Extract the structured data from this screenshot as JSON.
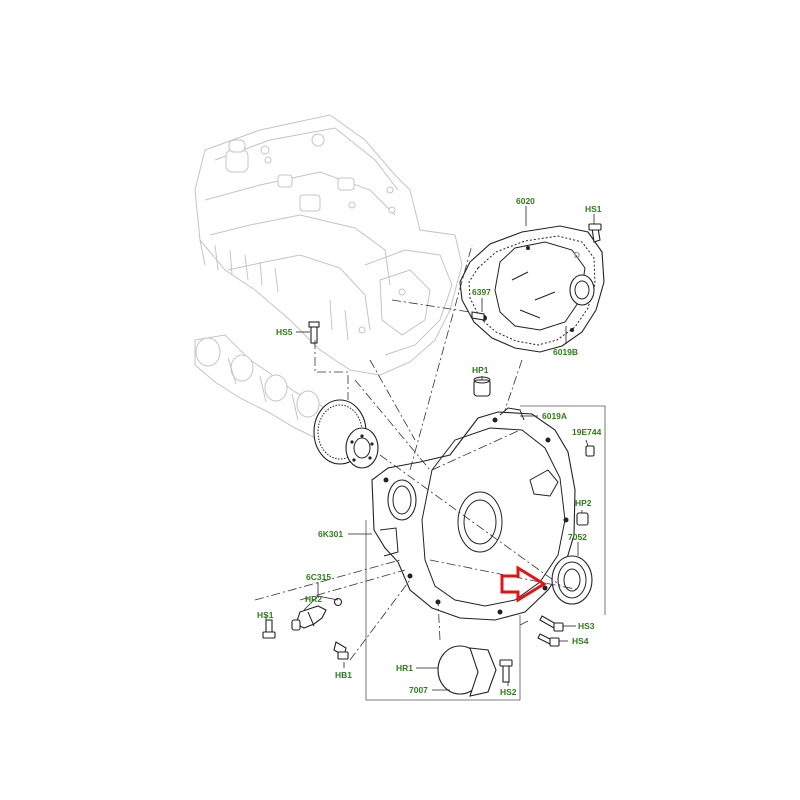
{
  "diagram": {
    "labels": {
      "p6020": "6020",
      "hs1_top": "HS1",
      "p6397": "6397",
      "hs5": "HS5",
      "p6019b": "6019B",
      "hp1": "HP1",
      "p6019a": "6019A",
      "p19e744": "19E744",
      "hp2": "HP2",
      "p7052": "7052",
      "p6k301": "6K301",
      "p6c315": "6C315",
      "hr2": "HR2",
      "hs1_left": "HS1",
      "hb1": "HB1",
      "hs3": "HS3",
      "hs4": "HS4",
      "hr1": "HR1",
      "p7007": "7007",
      "hs2": "HS2"
    },
    "colors": {
      "label_green": "#2e7d1a",
      "highlight_arrow": "#e01414",
      "ghost_line": "#c4c4c4",
      "line": "#222222"
    },
    "icons": {
      "highlight": "red-outline-arrow"
    }
  }
}
